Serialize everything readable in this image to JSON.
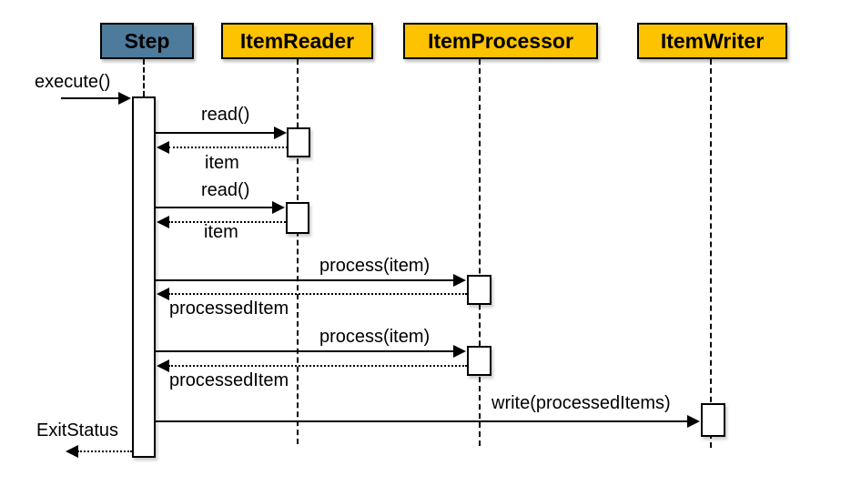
{
  "diagram": {
    "type": "uml-sequence",
    "colors": {
      "step_header_fill": "#4E7B9C",
      "item_header_fill": "#FDC300",
      "border": "#000000",
      "activation_fill": "#FFFFFF",
      "background": "#FFFFFF"
    },
    "lifelines": {
      "step": {
        "label": "Step"
      },
      "itemReader": {
        "label": "ItemReader"
      },
      "itemProcessor": {
        "label": "ItemProcessor"
      },
      "itemWriter": {
        "label": "ItemWriter"
      }
    },
    "messages": {
      "execute": {
        "label": "execute()",
        "type": "call",
        "from": "caller",
        "to": "step"
      },
      "read1": {
        "label": "read()",
        "type": "call",
        "from": "step",
        "to": "itemReader"
      },
      "item1": {
        "label": "item",
        "type": "return",
        "from": "itemReader",
        "to": "step"
      },
      "read2": {
        "label": "read()",
        "type": "call",
        "from": "step",
        "to": "itemReader"
      },
      "item2": {
        "label": "item",
        "type": "return",
        "from": "itemReader",
        "to": "step"
      },
      "process1": {
        "label": "process(item)",
        "type": "call",
        "from": "step",
        "to": "itemProcessor"
      },
      "processedItem1": {
        "label": "processedItem",
        "type": "return",
        "from": "itemProcessor",
        "to": "step"
      },
      "process2": {
        "label": "process(item)",
        "type": "call",
        "from": "step",
        "to": "itemProcessor"
      },
      "processedItem2": {
        "label": "processedItem",
        "type": "return",
        "from": "itemProcessor",
        "to": "step"
      },
      "write": {
        "label": "write(processedItems)",
        "type": "call",
        "from": "step",
        "to": "itemWriter"
      },
      "exitStatus": {
        "label": "ExitStatus",
        "type": "return",
        "from": "step",
        "to": "caller"
      }
    }
  }
}
